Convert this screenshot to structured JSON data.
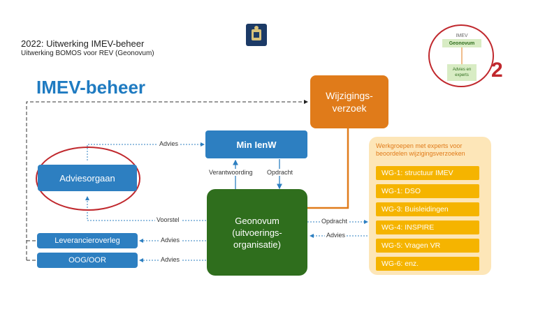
{
  "header": {
    "title": "2022: Uitwerking IMEV-beheer",
    "subtitle": "Uitwerking BOMOS voor REV (Geonovum)"
  },
  "diagram": {
    "heading": "IMEV-beheer",
    "nodes": {
      "wijzigingsverzoek": "Wijzigings-\nverzoek",
      "min_ienw": "Min IenW",
      "adviesorgaan": "Adviesorgaan",
      "geonovum": "Geonovum\n(uitvoerings-\norganisatie)",
      "leverancieroverleg": "Leverancieroverleg",
      "oog_oor": "OOG/OOR"
    },
    "edge_labels": {
      "advies_top": "Advies",
      "verantwoording": "Verantwoording",
      "opdracht_up": "Opdracht",
      "voorstel": "Voorstel",
      "advies_lev": "Advies",
      "advies_oog": "Advies",
      "opdracht_wg": "Opdracht",
      "advies_wg": "Advies"
    },
    "workgroups": {
      "title": "Werkgroepen met experts voor beoordelen wijzigingsverzoeken",
      "items": [
        "WG-1: structuur IMEV",
        "WG-1: DSO",
        "WG-3: Buisleidingen",
        "WG-4: INSPIRE",
        "WG-5: Vragen VR",
        "WG-6: enz."
      ]
    }
  },
  "inset": {
    "top_label": "IMEV",
    "main_label": "Geonovum",
    "bottom_label": "Advies en experts",
    "number": "2"
  },
  "colors": {
    "blue": "#2d7fc1",
    "orange": "#e07b1a",
    "green": "#2f6e1d",
    "yellow": "#f5b400",
    "red": "#c0282d"
  }
}
